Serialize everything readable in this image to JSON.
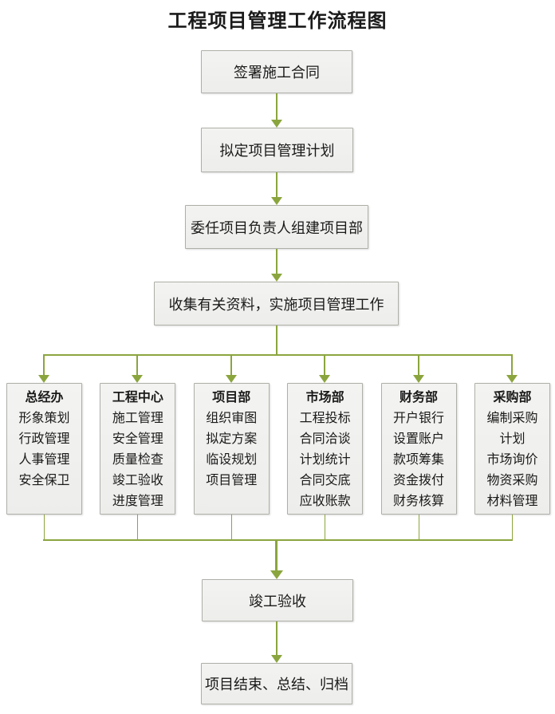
{
  "title": "工程项目管理工作流程图",
  "flow_top": [
    {
      "label": "签署施工合同"
    },
    {
      "label": "拟定项目管理计划"
    },
    {
      "label": "委任项目负责人组建项目部"
    },
    {
      "label": "收集有关资料，实施项目管理工作"
    }
  ],
  "departments": [
    {
      "title": "总经办",
      "items": [
        "形象策划",
        "行政管理",
        "人事管理",
        "安全保卫"
      ]
    },
    {
      "title": "工程中心",
      "items": [
        "施工管理",
        "安全管理",
        "质量检查",
        "竣工验收",
        "进度管理"
      ]
    },
    {
      "title": "项目部",
      "items": [
        "组织审图",
        "拟定方案",
        "临设规划",
        "项目管理"
      ]
    },
    {
      "title": "市场部",
      "items": [
        "工程投标",
        "合同洽谈",
        "计划统计",
        "合同交底",
        "应收账款"
      ]
    },
    {
      "title": "财务部",
      "items": [
        "开户银行",
        "设置账户",
        "款项筹集",
        "资金拨付",
        "财务核算"
      ]
    },
    {
      "title": "采购部",
      "items": [
        "编制采购计划",
        "市场询价",
        "物资采购",
        "材料管理"
      ]
    }
  ],
  "flow_bottom": [
    {
      "label": "竣工验收"
    },
    {
      "label": "项目结束、总结、归档"
    }
  ],
  "colors": {
    "connector": "#8BA53E",
    "box_fill": "#EFEFED",
    "box_border": "#AFAFA9",
    "text": "#1A1A1A"
  }
}
